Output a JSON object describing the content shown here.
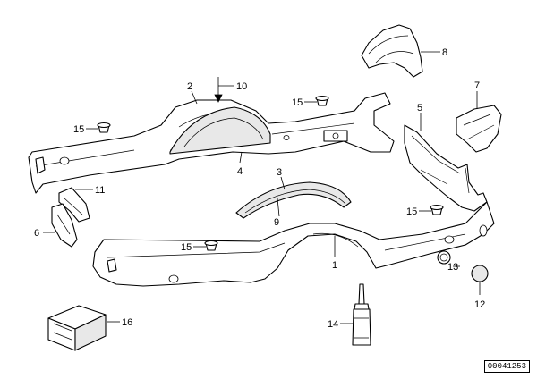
{
  "callouts": {
    "c1": "1",
    "c2": "2",
    "c3": "3",
    "c4": "4",
    "c5": "5",
    "c6": "6",
    "c7": "7",
    "c8": "8",
    "c9": "9",
    "c10": "10",
    "c11": "11",
    "c12": "12",
    "c13": "13",
    "c14": "14",
    "c15a": "15",
    "c15b": "15",
    "c15c": "15",
    "c15d": "15",
    "c16": "16"
  },
  "reference_number": "00041253",
  "colors": {
    "line": "#000000",
    "background": "#ffffff"
  },
  "icons": {
    "tube": "sealant-tube-icon",
    "box": "parts-box-icon"
  }
}
